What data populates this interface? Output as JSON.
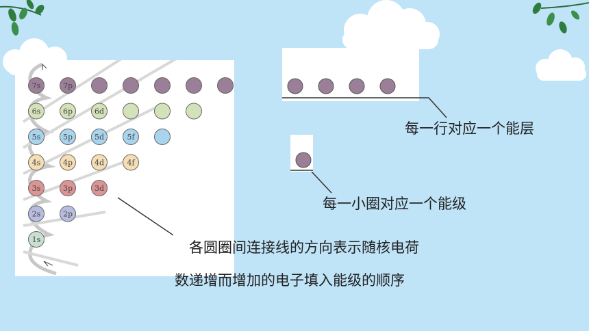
{
  "orbital_diagram": {
    "rows": [
      {
        "cells": [
          "7s",
          "7p",
          "",
          "",
          "",
          "",
          ""
        ],
        "color": "#9b7e98"
      },
      {
        "cells": [
          "6s",
          "6p",
          "6d",
          "",
          "",
          ""
        ],
        "color": "#d4e2b9"
      },
      {
        "cells": [
          "5s",
          "5p",
          "5d",
          "5f",
          ""
        ],
        "color": "#a9d4ee"
      },
      {
        "cells": [
          "4s",
          "4p",
          "4d",
          "4f"
        ],
        "color": "#f5ddb4"
      },
      {
        "cells": [
          "3s",
          "3p",
          "3d"
        ],
        "color": "#dc9494"
      },
      {
        "cells": [
          "2s",
          "2p"
        ],
        "color": "#b8bde0"
      },
      {
        "cells": [
          "1s"
        ],
        "color": "#c9dfd0"
      }
    ]
  },
  "captions": {
    "row_meaning": "每一行对应一个能层",
    "circle_meaning": "每一小圈对应一个能级",
    "main_line1": "各圆圈间连接线的方向表示随核电荷",
    "main_line2": "数递增而增加的电子填入能级的顺序"
  },
  "colors": {
    "background": "#bfe3f7",
    "purple_circle": "#9b7e98",
    "line": "#333333"
  }
}
